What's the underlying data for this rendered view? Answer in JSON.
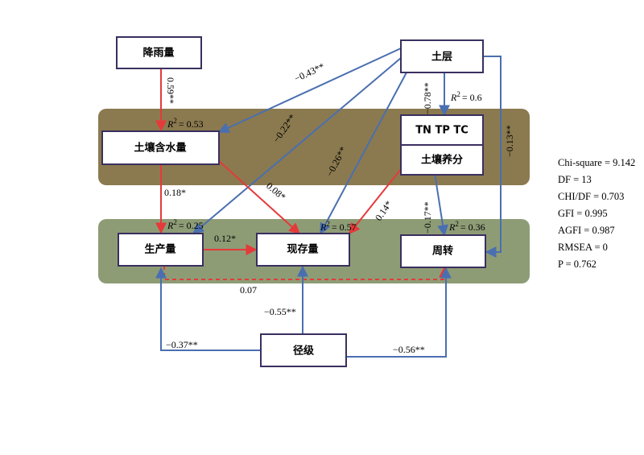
{
  "nodes": {
    "rain": "降雨量",
    "soil_layer": "土层",
    "tn_tp_tc": "TN TP TC",
    "soil_water": "土壤含水量",
    "soil_nutrient": "土壤养分",
    "production": "生产量",
    "stock": "现存量",
    "turnover": "周转",
    "diameter": "径级"
  },
  "r2": {
    "soil_water": "= 0.53",
    "soil_nutrient": "= 0.6",
    "production": "= 0.25",
    "stock": "= 0.57",
    "turnover": "= 0.36"
  },
  "paths": {
    "rain_to_water": "0.59**",
    "layer_to_water": "−0.43**",
    "layer_to_nutrient": "−0.78**",
    "layer_to_production": "−0.22**",
    "layer_to_stock": "−0.26**",
    "layer_to_turnover": "−0.13**",
    "water_to_production": "0.18*",
    "water_to_stock": "0.08*",
    "nutrient_to_stock": "0.14*",
    "nutrient_to_turnover": "−0.17**",
    "production_to_stock": "0.12*",
    "production_to_turnover": "0.07",
    "diameter_to_production": "−0.37**",
    "diameter_to_stock": "−0.55**",
    "diameter_to_turnover": "−0.56**"
  },
  "fit_stats": [
    "Chi-square = 9.142",
    "DF = 13",
    "CHI/DF = 0.703",
    "GFI = 0.995",
    "AGFI = 0.987",
    "RMSEA = 0",
    "P = 0.762"
  ],
  "colors": {
    "band_soil": "#8b7a4f",
    "band_root": "#8e9c76",
    "positive": "#e53a3a",
    "negative": "#4a6fb0"
  }
}
